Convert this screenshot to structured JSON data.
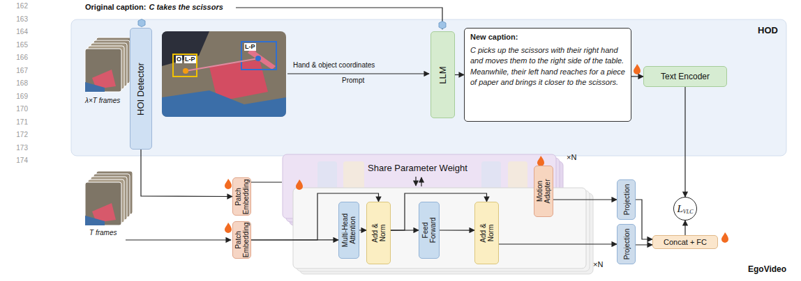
{
  "diagram": {
    "nodes": [
      {
        "text": [
          "HOD"
        ]
      },
      {
        "text": [
          "HOI Detector"
        ],
        "in": 0
      },
      {
        "text": [
          "LLM"
        ],
        "in": 0
      },
      {
        "text": [
          "New caption:",
          "C picks up the scissors with their right hand and moves them to the right side of the table. Meanwhile, their left hand reaches for a piece of paper and brings it closer to the scissors."
        ],
        "in": 0
      },
      {
        "text": [
          "Text Encoder"
        ],
        "in": 0
      },
      {
        "text": [
          "Patch Embedding"
        ]
      },
      {
        "text": [
          "Patch Embedding"
        ]
      },
      {
        "text": [
          "Motion Adapter"
        ]
      },
      {
        "text": [
          "Multi-Head Attention"
        ]
      },
      {
        "text": [
          "Add & Norm"
        ]
      },
      {
        "text": [
          "Feed Forward"
        ]
      },
      {
        "text": [
          "Add & Norm"
        ]
      },
      {
        "text": [
          "Projection"
        ]
      },
      {
        "text": [
          "Projection"
        ]
      },
      {
        "text": [
          "Concat + FC"
        ]
      },
      {
        "text": [
          "L",
          "VLC"
        ]
      }
    ],
    "edges": [
      {
        "from": 2,
        "to": 3,
        "arrow": "to"
      },
      {
        "from": 3,
        "to": 4,
        "arrow": "to"
      },
      {
        "from": 4,
        "to": 15,
        "arrow": "to"
      },
      {
        "from": 14,
        "to": 15,
        "arrow": "to"
      },
      {
        "from": 12,
        "to": 14,
        "arrow": "to"
      },
      {
        "from": 13,
        "to": 14,
        "arrow": "to"
      },
      {
        "from": 7,
        "to": 12,
        "arrow": "to"
      },
      {
        "from": 11,
        "to": 13,
        "arrow": "to"
      },
      {
        "from": 6,
        "to": 8,
        "arrow": "to"
      },
      {
        "from": 6,
        "to": 9,
        "arrow": "to"
      },
      {
        "from": 8,
        "to": 9,
        "arrow": "to"
      },
      {
        "from": 9,
        "to": 10,
        "arrow": "to"
      },
      {
        "from": 9,
        "to": 11,
        "arrow": "to"
      },
      {
        "from": 10,
        "to": 11,
        "arrow": "to"
      },
      {
        "from": 1,
        "to": 5,
        "arrow": "to"
      }
    ],
    "labels": [
      "162",
      "163",
      "164",
      "165",
      "166",
      "167",
      "168",
      "169",
      "170",
      "171",
      "172",
      "173",
      "174",
      "Original caption:",
      "C takes the scissors",
      "O",
      "L-P",
      "L-P",
      "Hand & object coordinates",
      "Prompt",
      "λ×T frames",
      "T frames",
      "Share Parameter Weight",
      "×N",
      "×N",
      "EgoVideo"
    ]
  }
}
